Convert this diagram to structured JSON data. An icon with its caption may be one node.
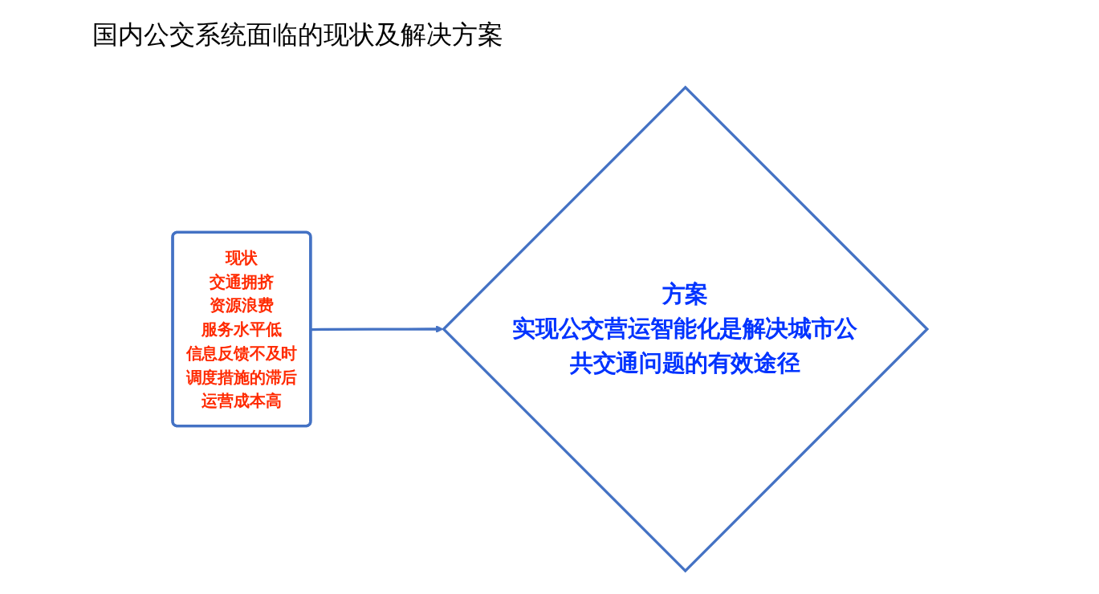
{
  "diagram": {
    "title": "国内公交系统面临的现状及解决方案",
    "nodes": [
      {
        "text": [
          "现状",
          "交通拥挤",
          "资源浪费",
          "服务水平低",
          "信息反馈不及时",
          "调度措施的滞后",
          "运营成本高"
        ]
      },
      {
        "text": [
          "方案",
          "实现公交营运智能化是解决城市公共交通问题的有效途径"
        ]
      }
    ],
    "edges": [
      {
        "from": 0,
        "to": 1,
        "arrow": "to"
      }
    ]
  }
}
